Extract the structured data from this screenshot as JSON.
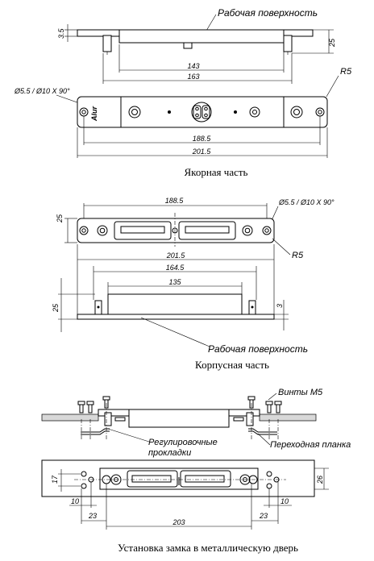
{
  "anchor_part": {
    "caption": "Якорная часть",
    "work_surface": "Рабочая поверхность",
    "dims": {
      "d35": "3.5",
      "d25": "25",
      "d143": "143",
      "d163": "163",
      "r5": "R5",
      "hole": "Ø5.5 / Ø10 X 90°",
      "d1885": "188.5",
      "d2015": "201.5"
    },
    "logo": "Alur"
  },
  "body_part": {
    "caption": "Корпусная часть",
    "work_surface": "Рабочая поверхность",
    "dims": {
      "d1885": "188.5",
      "hole": "Ø5.5 / Ø10 X 90°",
      "d25a": "25",
      "r5": "R5",
      "d2015": "201.5",
      "d1645": "164.5",
      "d135": "135",
      "d25b": "25",
      "d3": "3"
    }
  },
  "install": {
    "caption": "Установка замка в металлическую дверь",
    "screws": "Винты М5",
    "spacers_line1": "Регулировочные",
    "spacers_line2": "прокладки",
    "adapter_plate": "Переходная планка",
    "dims": {
      "d17": "17",
      "d26": "26",
      "d10a": "10",
      "d23a": "23",
      "d203": "203",
      "d23b": "23",
      "d10b": "10"
    }
  }
}
